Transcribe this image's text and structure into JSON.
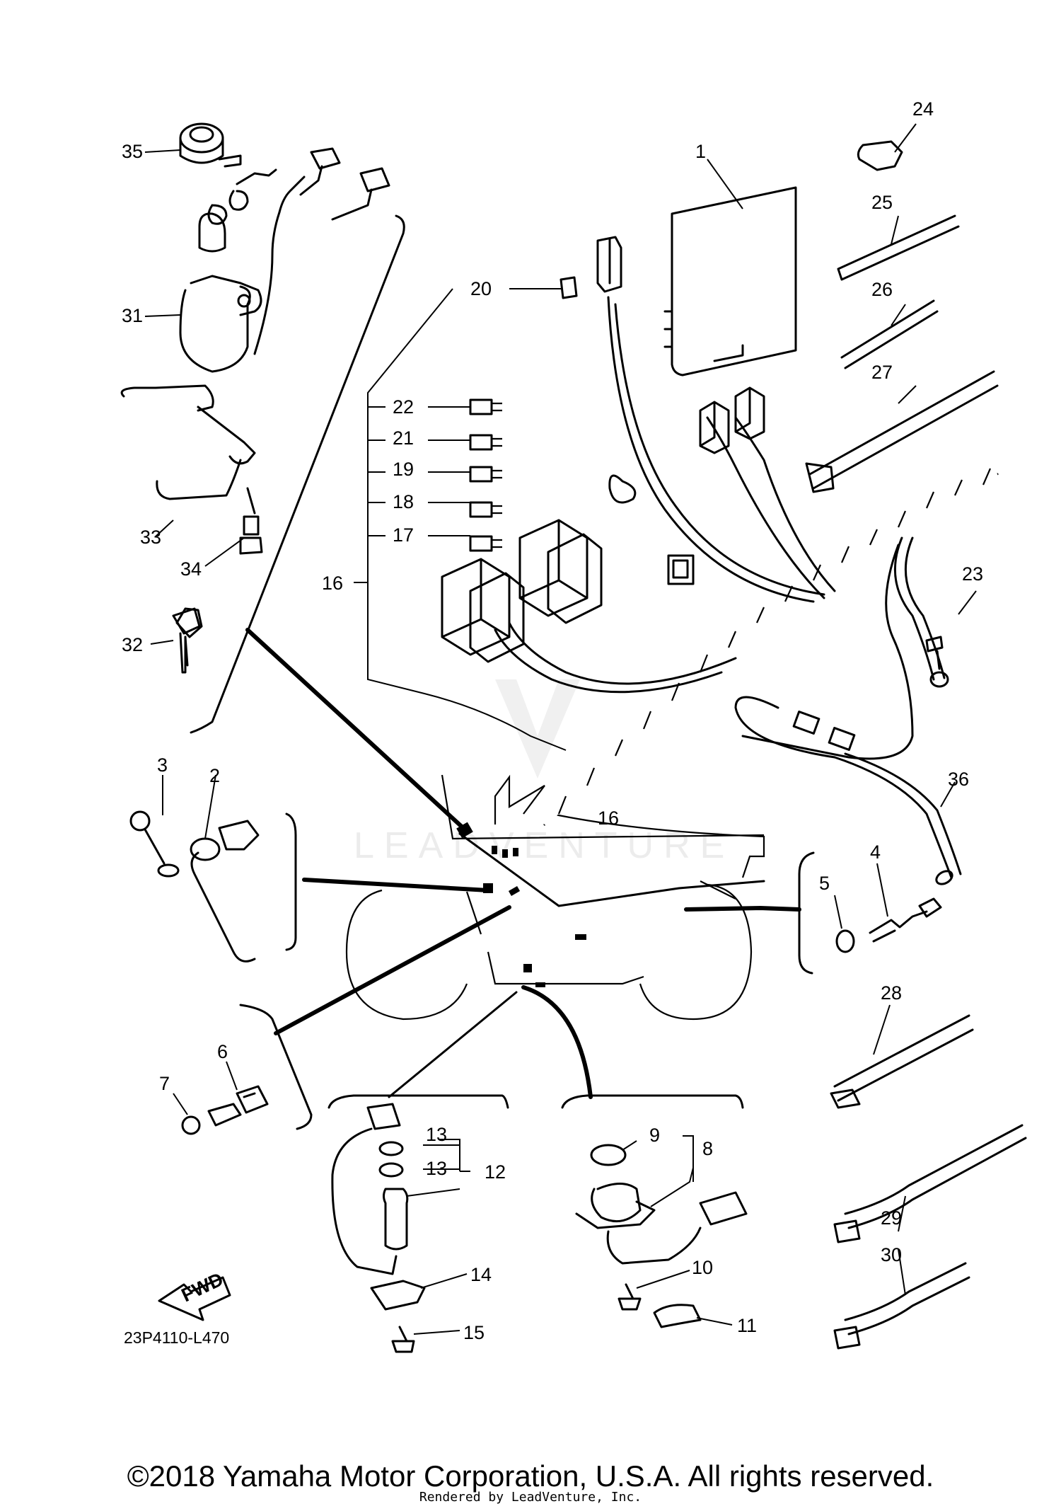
{
  "diagram": {
    "drawing_code": "23P4110-L470",
    "direction_label": "FWD",
    "watermark": "LEADVENTURE",
    "callouts": [
      "1",
      "2",
      "3",
      "4",
      "5",
      "6",
      "7",
      "8",
      "9",
      "10",
      "11",
      "12",
      "13",
      "13",
      "14",
      "15",
      "16",
      "16",
      "17",
      "18",
      "19",
      "20",
      "21",
      "22",
      "23",
      "24",
      "25",
      "26",
      "27",
      "28",
      "29",
      "30",
      "31",
      "32",
      "33",
      "34",
      "35",
      "36"
    ]
  },
  "footer": {
    "copyright": "©2018 Yamaha Motor Corporation, U.S.A. All rights reserved.",
    "rendered_by": "Rendered by LeadVenture, Inc."
  }
}
